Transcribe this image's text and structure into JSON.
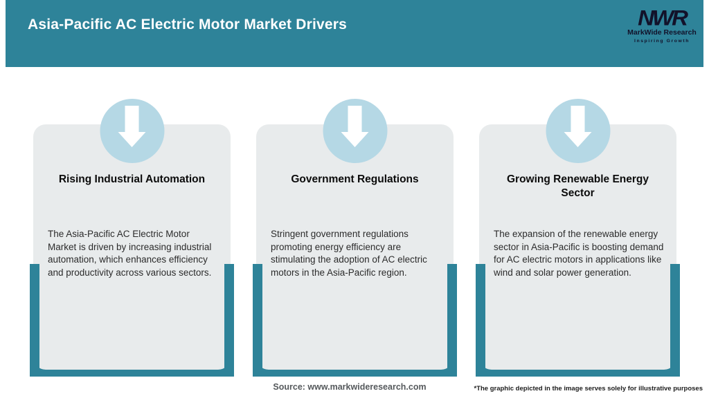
{
  "header": {
    "title": "Asia-Pacific AC Electric Motor Market Drivers",
    "logo": {
      "acronym": "NWR",
      "name": "MarkWide Research",
      "tagline": "Inspiring Growth"
    }
  },
  "cards": [
    {
      "icon": "down-arrow-icon",
      "title": "Rising Industrial Automation",
      "description": "The Asia-Pacific AC Electric Motor Market is driven by increasing industrial automation, which enhances efficiency and productivity across various sectors."
    },
    {
      "icon": "down-arrow-icon",
      "title": "Government Regulations",
      "description": "Stringent government regulations promoting energy efficiency are stimulating the adoption of AC electric motors in the Asia-Pacific region."
    },
    {
      "icon": "down-arrow-icon",
      "title": "Growing Renewable Energy Sector",
      "description": "The expansion of the renewable energy sector in Asia-Pacific is boosting demand for AC electric motors in applications like wind and solar power generation."
    }
  ],
  "footer": {
    "source": "Source: www.markwideresearch.com",
    "disclaimer": "*The graphic depicted in the image serves solely for illustrative purposes"
  },
  "colors": {
    "teal": "#2E8399",
    "card_background": "#E8EBEC",
    "icon_circle_blue": "#B5D8E5",
    "logo_dark_navy": "#12122A",
    "title_white": "#FFFFFF"
  }
}
